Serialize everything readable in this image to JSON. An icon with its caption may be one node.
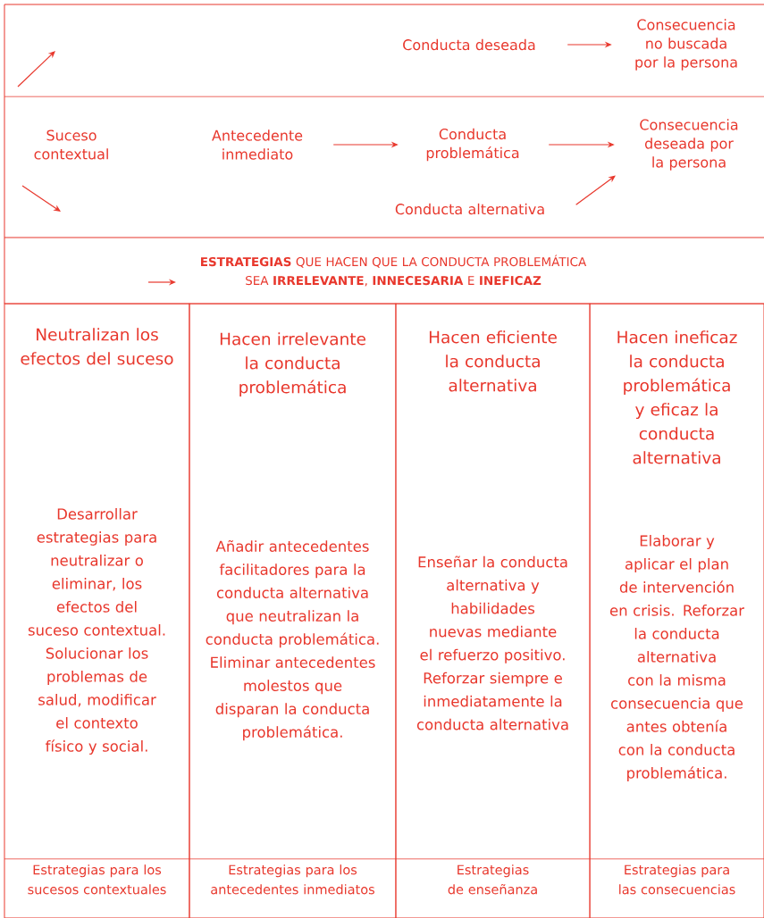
{
  "diagram": {
    "nodes": [
      {
        "text": [
          "Conducta deseada"
        ]
      },
      {
        "text": [
          "Consecuencia no buscada por la persona"
        ]
      },
      {
        "text": [
          "Suceso contextual"
        ]
      },
      {
        "text": [
          "Antecedente inmediato"
        ]
      },
      {
        "text": [
          "Conducta problemática"
        ]
      },
      {
        "text": [
          "Consecuencia deseada por la persona"
        ]
      },
      {
        "text": [
          "Conducta alternativa"
        ]
      },
      {
        "text": [
          "Neutralizan los efectos del suceso",
          "Desarrollar estrategias para neutralizar o eliminar, los efectos del suceso contextual. Solucionar los problemas de salud, modificar el contexto físico y social.",
          "Estrategias para los sucesos contextuales"
        ]
      },
      {
        "text": [
          "Hacen irrelevante la conducta problemática",
          "Añadir antecedentes facilitadores para la conducta alternativa que neutralizan la conducta problemática. Eliminar antecedentes molestos que disparan la conducta problemática.",
          "Estrategias para los antecedentes inmediatos"
        ]
      },
      {
        "text": [
          "Hacen eficiente la conducta alternativa",
          "Enseñar la conducta alternativa y habilidades nuevas mediante el refuerzo positivo. Reforzar siempre e inmediatamente la conducta alternativa",
          "Estrategias de enseñanza"
        ]
      },
      {
        "text": [
          "Hacen ineficaz la conducta problemática y eficaz la conducta alternativa",
          "Elaborar y aplicar el plan de intervención en crisis. Reforzar la conducta alternativa con la misma consecuencia que antes obtenía con la conducta problemática.",
          "Estrategias para las consecuencias"
        ]
      }
    ],
    "edges": [
      {
        "from": 0,
        "to": 1,
        "arrow": "to"
      },
      {
        "from": 3,
        "to": 4,
        "arrow": "to"
      },
      {
        "from": 4,
        "to": 5,
        "arrow": "to"
      },
      {
        "from": 6,
        "to": 5,
        "arrow": "to"
      }
    ],
    "labels": [
      "**ESTRATEGIAS** QUE HACEN QUE LA CONDUCTA PROBLEMÁTICA SEA **IRRELEVANTE**, **INNECESARIA** E **INEFICAZ**"
    ]
  }
}
